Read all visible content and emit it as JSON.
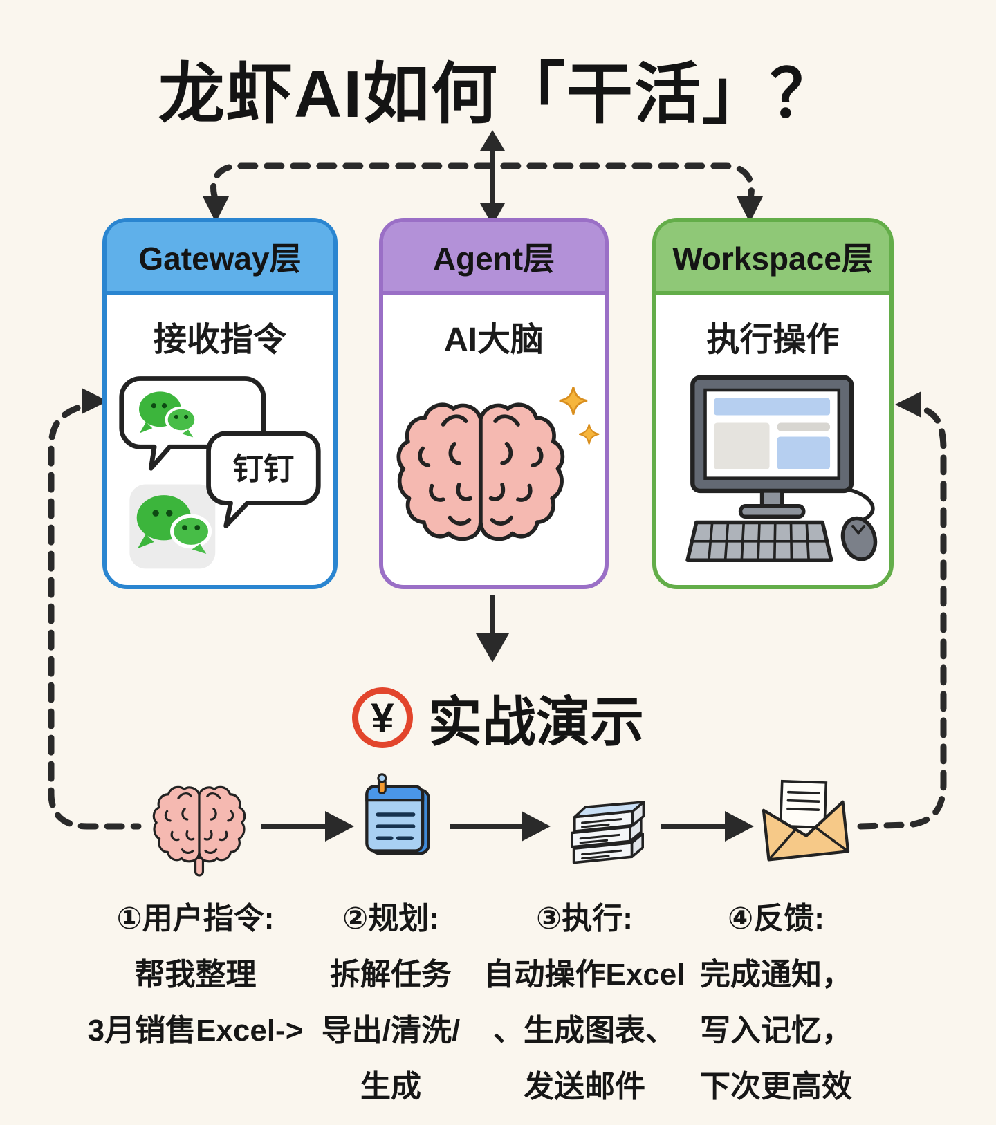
{
  "page": {
    "title": "龙虾AI如何「干活」？",
    "background_color": "#faf6ee",
    "text_color": "#141414"
  },
  "layers": [
    {
      "title": "Gateway层",
      "subtitle": "接收指令",
      "header_color": "#5fb0ea",
      "border_color": "#2a85d0",
      "icon": "chat-bubbles-icon",
      "bubble_label": "钉钉"
    },
    {
      "title": "Agent层",
      "subtitle": "AI大脑",
      "header_color": "#b391d8",
      "border_color": "#9a6fc6",
      "icon": "brain-icon"
    },
    {
      "title": "Workspace层",
      "subtitle": "执行操作",
      "header_color": "#8fc877",
      "border_color": "#63ad49",
      "icon": "computer-icon"
    }
  ],
  "demo": {
    "icon": "yen-badge-icon",
    "icon_symbol": "¥",
    "icon_color": "#e2452c",
    "title": "实战演示"
  },
  "steps": [
    {
      "icon": "brain-icon",
      "lines": [
        "①用户指令:",
        "帮我整理",
        "3月销售Excel->"
      ]
    },
    {
      "icon": "notepad-icon",
      "lines": [
        "②规划:",
        "拆解任务",
        "导出/清洗/",
        "生成"
      ]
    },
    {
      "icon": "documents-stack-icon",
      "lines": [
        "③执行:",
        "自动操作Excel",
        "、生成图表、",
        "发送邮件"
      ]
    },
    {
      "icon": "envelope-icon",
      "lines": [
        "④反馈:",
        "完成通知，",
        "写入记忆，",
        "下次更高效"
      ]
    }
  ]
}
